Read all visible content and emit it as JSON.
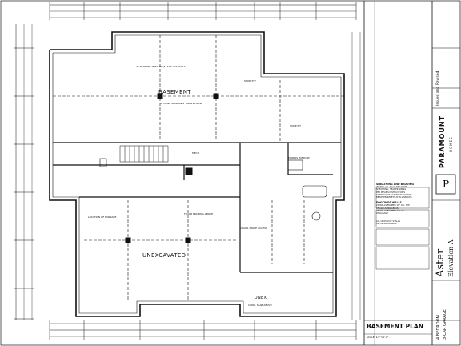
{
  "rooms": {
    "basement": "BASEMENT",
    "unexcavated": "UNEXCAVATED",
    "unex": "UNEX"
  },
  "title_block": {
    "sheet_title": "BASEMENT PLAN",
    "scale": "SCALE: 1/4\"=1'-0\"",
    "brand": "PARAMOUNT",
    "brand_sub": "HOMES",
    "model": "Aster",
    "elevation": "Elevation A",
    "bedrooms": "4 BEDROOM",
    "garage": "3-CAR GARAGE",
    "issued_revised": "Issued and Revised"
  },
  "notes": {
    "sheathing_heading": "SHEATHING AND BEDDING",
    "footings_heading": "FOOTINGS WALLS",
    "sheathing_lines": [
      "INSTALL ALL WALL AND ROOF",
      "SHEATHING, HEADER SIZING",
      "PER MFGR'S INSTRUCTIONS",
      "CONTINUOUS CUT EDGE SUPPORT",
      "BETWEEN SHEETS AT ALL SPLICES"
    ],
    "footing_lines": [
      "2X WALLS FRAMED 16\" O.C. TYP",
      "AT ALL LIVING AREAS",
      "2X WALLS FRAMED 24\" O.C.",
      "AT GARAGE"
    ],
    "callout_lines": [
      "ALL CROSSCUT STALLS",
      "ALL INTERIOR WALL"
    ]
  },
  "annotations": {
    "line_3x3_bearing": "3X BEARING WALL W/ (2) 2X6 TOP PLATE",
    "line_stud": "STUD TYP",
    "line_slab": "4\" CONC SLAB ON 4\" GRAVEL BASE",
    "line_sump": "SUMP PIT",
    "line_mech": "MECH",
    "line_egress": "EGRESS WINDOW",
    "line_floor": "FLOOR FRAMING ABOVE",
    "line_location": "LOCATION OF FURNACE",
    "line_crawl": "CRAWL SPACE ACCESS",
    "line_conc": "CONC. SLAB ABOVE"
  }
}
